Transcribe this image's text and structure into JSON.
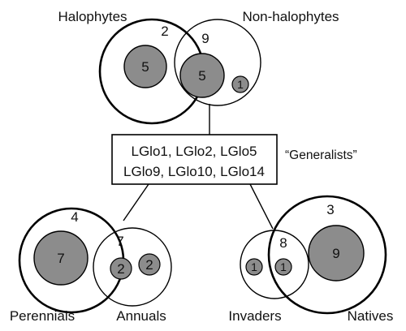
{
  "colors": {
    "stroke": "#000000",
    "fill_grey": "#8c8c8c",
    "text": "#111111"
  },
  "top": {
    "left_label": "Halophytes",
    "right_label": "Non-halophytes",
    "left_only": "2",
    "overlap": "9",
    "left_inner": "5",
    "overlap_inner": "5",
    "right_inner": "1"
  },
  "center_box": {
    "line1": "LGlo1, LGlo2, LGlo5",
    "line2": "LGlo9, LGlo10, LGlo14",
    "tag": "“Generalists”"
  },
  "bottom_left": {
    "left_label": "Perennials",
    "right_label": "Annuals",
    "left_only": "4",
    "overlap": "7",
    "left_inner": "7",
    "overlap_inner": "2",
    "right_inner": "2"
  },
  "bottom_right": {
    "left_label": "Invaders",
    "right_label": "Natives",
    "right_only": "3",
    "overlap": "8",
    "left_inner": "1",
    "overlap_inner": "1",
    "right_inner": "9"
  }
}
